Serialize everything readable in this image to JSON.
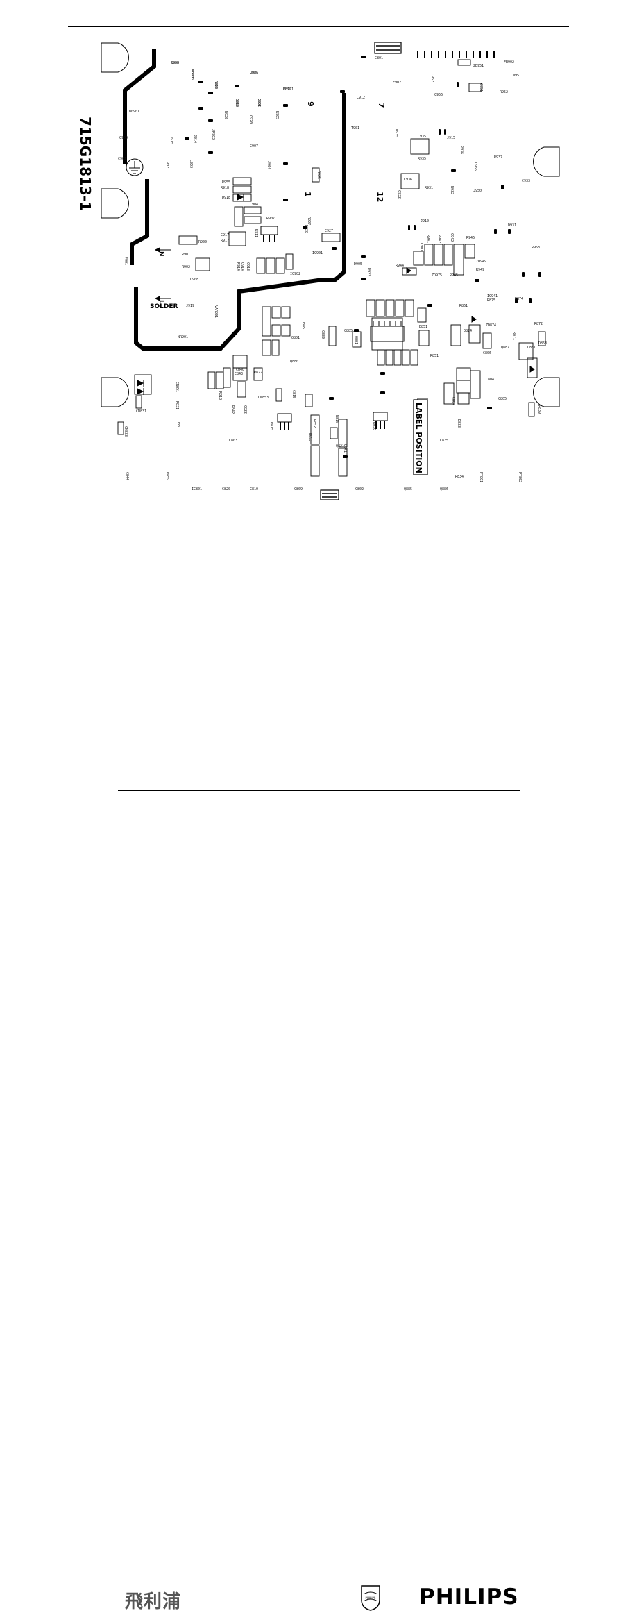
{
  "board": {
    "model_code": "715G1813-1",
    "label_position": "LABEL POSITION",
    "solder": "SOLDER",
    "n_marker": "N",
    "l_marker": "L",
    "digits": [
      "9",
      "7",
      "1",
      "12"
    ],
    "references": [
      "C903",
      "FB903",
      "R910",
      "Q901",
      "D919",
      "D901",
      "FB901",
      "R920",
      "C920",
      "R905",
      "C912",
      "B0901",
      "JR903",
      "J915",
      "J914",
      "C900",
      "C907",
      "T901",
      "C901",
      "L902",
      "L903",
      "J904",
      "R925",
      "R955",
      "R918",
      "D918",
      "C904",
      "R907",
      "C917",
      "R917",
      "R900",
      "R901",
      "R902",
      "C908",
      "C913",
      "C914",
      "R914",
      "R911",
      "IC901",
      "C927",
      "R927",
      "D928",
      "D905",
      "IC902",
      "R923",
      "J919",
      "VAR901",
      "NR901",
      "F901",
      "C801",
      "FB902",
      "CN951",
      "R952",
      "ZD951",
      "C951",
      "C952",
      "F902",
      "C956",
      "J915",
      "D935",
      "C935",
      "R935",
      "R936",
      "L955",
      "R937",
      "C936",
      "R931",
      "C932",
      "R932",
      "J950",
      "C933",
      "J910",
      "D931",
      "R953",
      "L901",
      "R941",
      "R942",
      "C942",
      "R946",
      "ZD949",
      "R949",
      "R945",
      "R944",
      "ZD975",
      "IC941",
      "R875",
      "R874",
      "R861",
      "Q874",
      "ZD874",
      "R872",
      "R871",
      "C831",
      "C830",
      "Q881",
      "Q887",
      "Q801",
      "Q880",
      "D885",
      "C885",
      "Q885",
      "Q886",
      "IC801",
      "C820",
      "C810",
      "C809",
      "C802",
      "R834",
      "C803",
      "C825",
      "C844",
      "R859",
      "PT801",
      "PT802",
      "CN833",
      "CN831",
      "CN853",
      "CN851",
      "R831",
      "D831",
      "D833",
      "C805",
      "R839",
      "C804",
      "C806",
      "C807",
      "R851",
      "D851",
      "D853",
      "R850",
      "R815",
      "R816",
      "C815",
      "R853",
      "R852",
      "Q841",
      "Q821",
      "C843",
      "C840",
      "R822",
      "C822",
      "R842",
      "R818",
      "R836",
      "R830",
      "R826",
      "C826",
      "R833",
      "C832",
      "R812"
    ]
  },
  "footer": {
    "chinese_brand": "飛利浦",
    "shield_text": "PHILIPS",
    "brand": "PHILIPS"
  }
}
